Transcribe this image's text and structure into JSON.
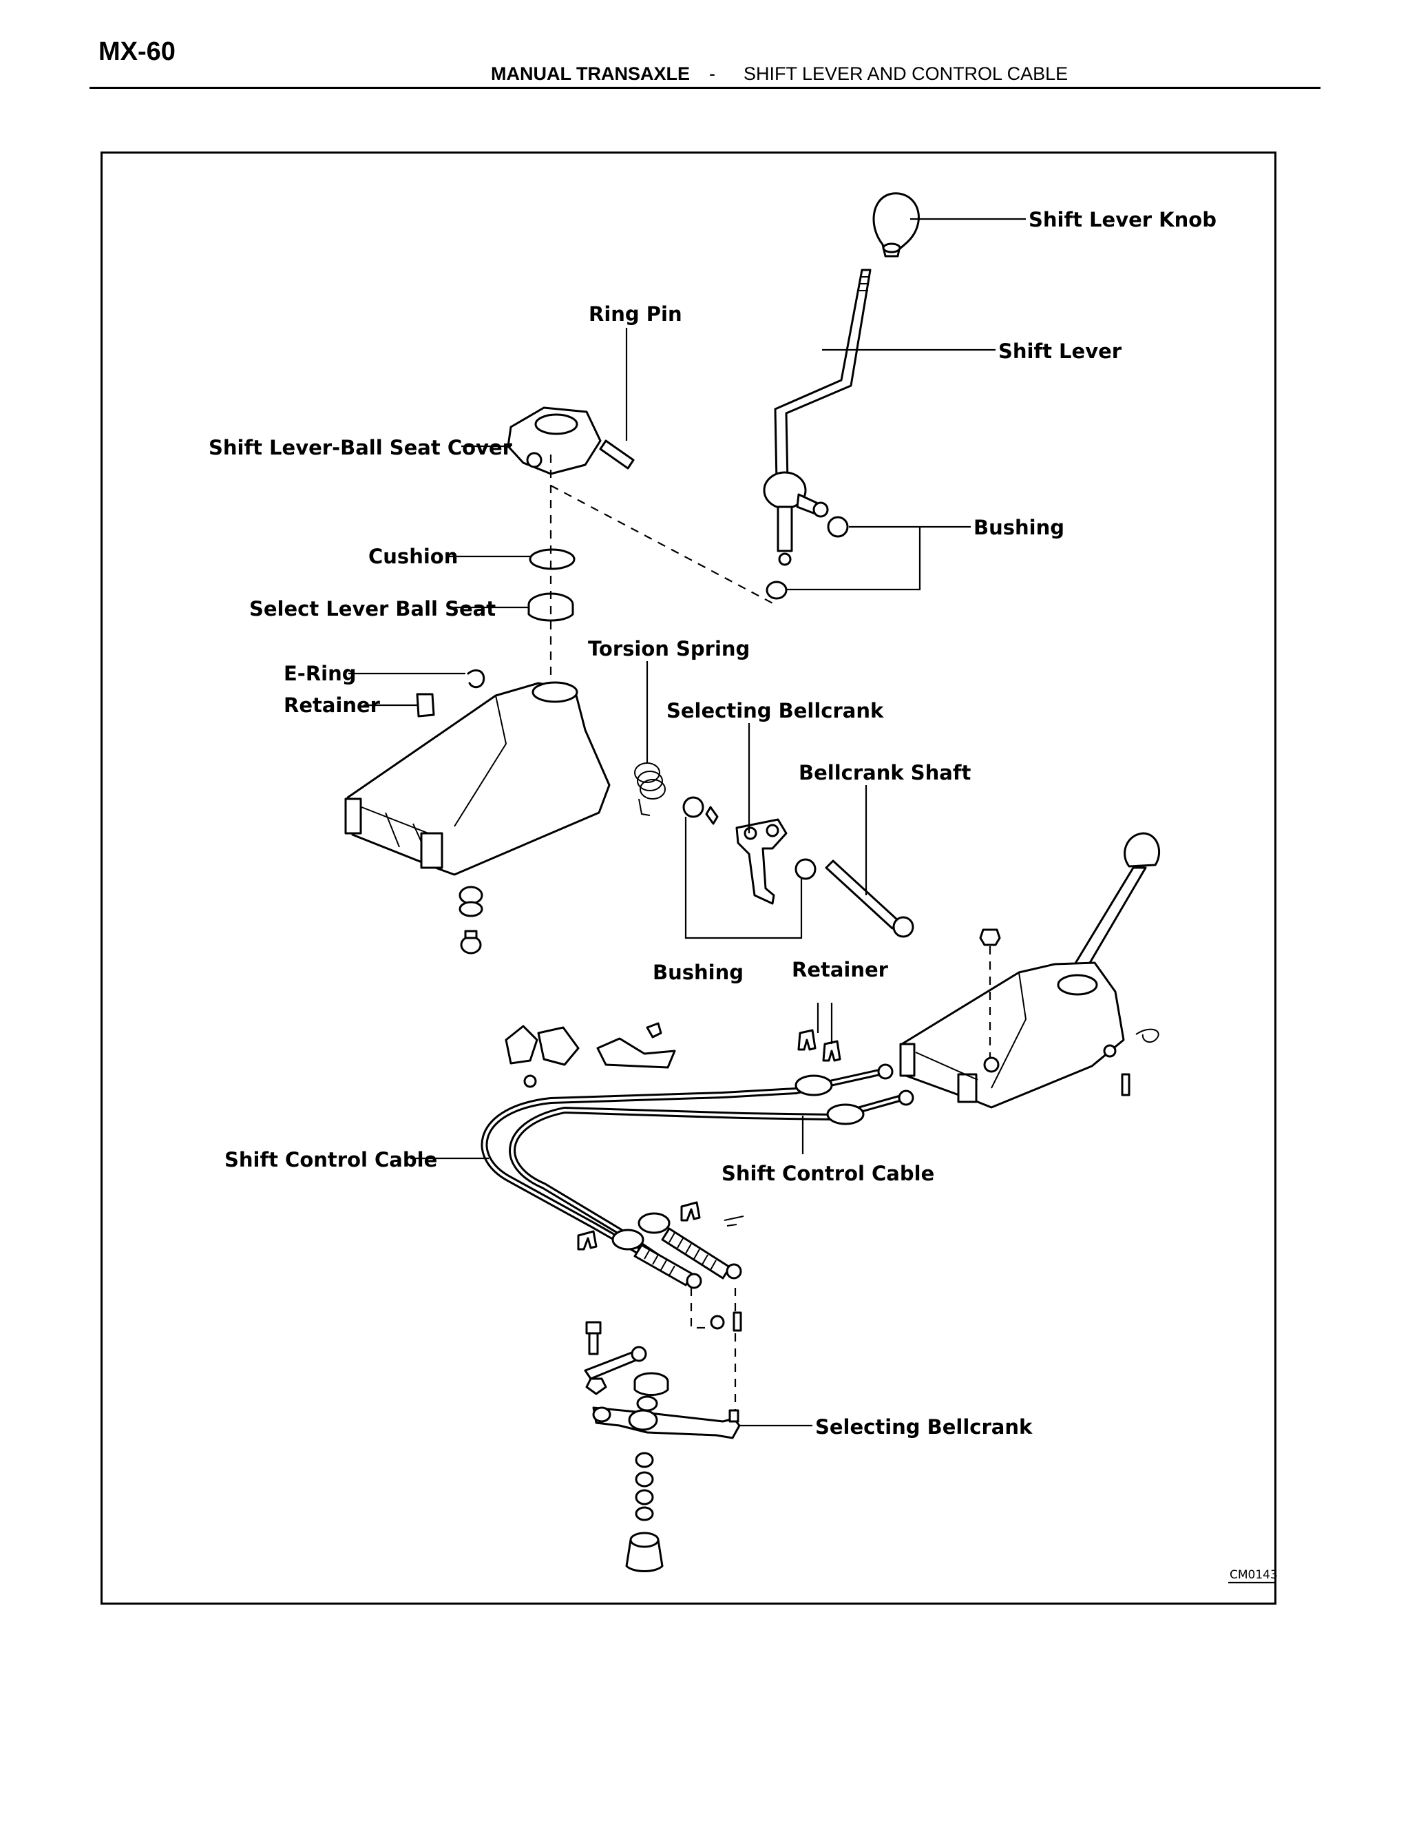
{
  "header": {
    "page_number": "MX-60",
    "section": "MANUAL TRANSAXLE",
    "separator": "-",
    "topic": "SHIFT LEVER AND CONTROL CABLE"
  },
  "figure": {
    "code": "CM0143",
    "callouts": {
      "shift_lever_knob": "Shift Lever Knob",
      "ring_pin": "Ring Pin",
      "shift_lever": "Shift Lever",
      "ball_seat_cover": "Shift Lever-Ball Seat Cover",
      "bushing_top": "Bushing",
      "cushion": "Cushion",
      "select_lever_ball_seat": "Select Lever Ball Seat",
      "torsion_spring": "Torsion Spring",
      "e_ring": "E-Ring",
      "retainer_top": "Retainer",
      "selecting_bellcrank_top": "Selecting Bellcrank",
      "bellcrank_shaft": "Bellcrank Shaft",
      "bushing_mid": "Bushing",
      "retainer_mid": "Retainer",
      "shift_control_cable_left": "Shift Control Cable",
      "shift_control_cable_right": "Shift Control Cable",
      "selecting_bellcrank_bottom": "Selecting Bellcrank"
    }
  }
}
